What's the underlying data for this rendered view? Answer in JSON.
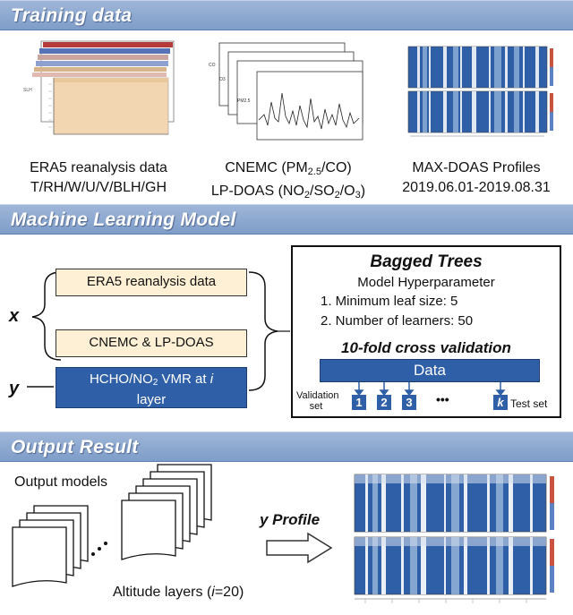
{
  "sections": {
    "training": "Training data",
    "model": "Machine Learning Model",
    "output": "Output Result"
  },
  "training": {
    "era5_line1": "ERA5 reanalysis data",
    "era5_line2": "T/RH/W/U/V/BLH/GH",
    "cnemc_line1": "CNEMC (PM",
    "cnemc_sub": "2.5",
    "cnemc_tail": "/CO)",
    "lpdoas_line": "LP-DOAS (NO",
    "lpdoas_sub1": "2",
    "lpdoas_mid1": "/SO",
    "lpdoas_sub2": "2",
    "lpdoas_mid2": "/O",
    "lpdoas_sub3": "3",
    "lpdoas_tail": ")",
    "maxdoas_line1": "MAX-DOAS Profiles",
    "maxdoas_line2": "2019.06.01-2019.08.31"
  },
  "model": {
    "x_label": "x",
    "y_label": "y",
    "input1": "ERA5 reanalysis data",
    "input2": "CNEMC & LP-DOAS",
    "target_a": "HCHO/NO",
    "target_sub": "2",
    "target_b": " VMR at ",
    "target_i": "i",
    "target_c": "layer",
    "bagged_title": "Bagged Trees",
    "hyper_label": "Model Hyperparameter",
    "param1": "1. Minimum leaf size: 5",
    "param2": "2. Number of learners: 50",
    "cv_title": "10-fold cross validation",
    "data_label": "Data",
    "validation_set": "Validation set",
    "test_set": "Test set",
    "folds": [
      "1",
      "2",
      "3"
    ],
    "ellipsis": "•••",
    "fold_k": "k"
  },
  "output": {
    "output_models": "Output models",
    "altitude_a": "Altitude layers (",
    "altitude_i": "i",
    "altitude_b": "=20)",
    "y_profile": "y Profile"
  },
  "colors": {
    "header_bar": "#8aa6d0",
    "box_blue": "#2f5fa7",
    "box_beige": "#fdf0d4"
  }
}
